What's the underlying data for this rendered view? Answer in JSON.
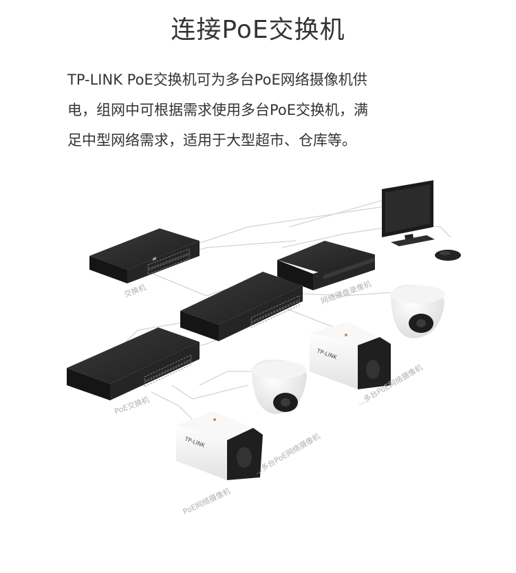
{
  "title": "连接PoE交换机",
  "description": {
    "line1": "TP-LINK PoE交换机可为多台PoE网络摄像机供",
    "line2": "电，组网中可根据需求使用多台PoE交换机，满",
    "line3": "足中型网络需求，适用于大型超市、仓库等。"
  },
  "labels": {
    "switch": "交换机",
    "nvr": "网络硬盘录像机",
    "poe_switch": "PoE交换机",
    "camera": "PoE网络摄像机",
    "multi_camera_1": "...多台PoE网络摄像机",
    "multi_camera_2": "...多台PoE网络摄像机"
  },
  "brand": "TP-LINK"
}
